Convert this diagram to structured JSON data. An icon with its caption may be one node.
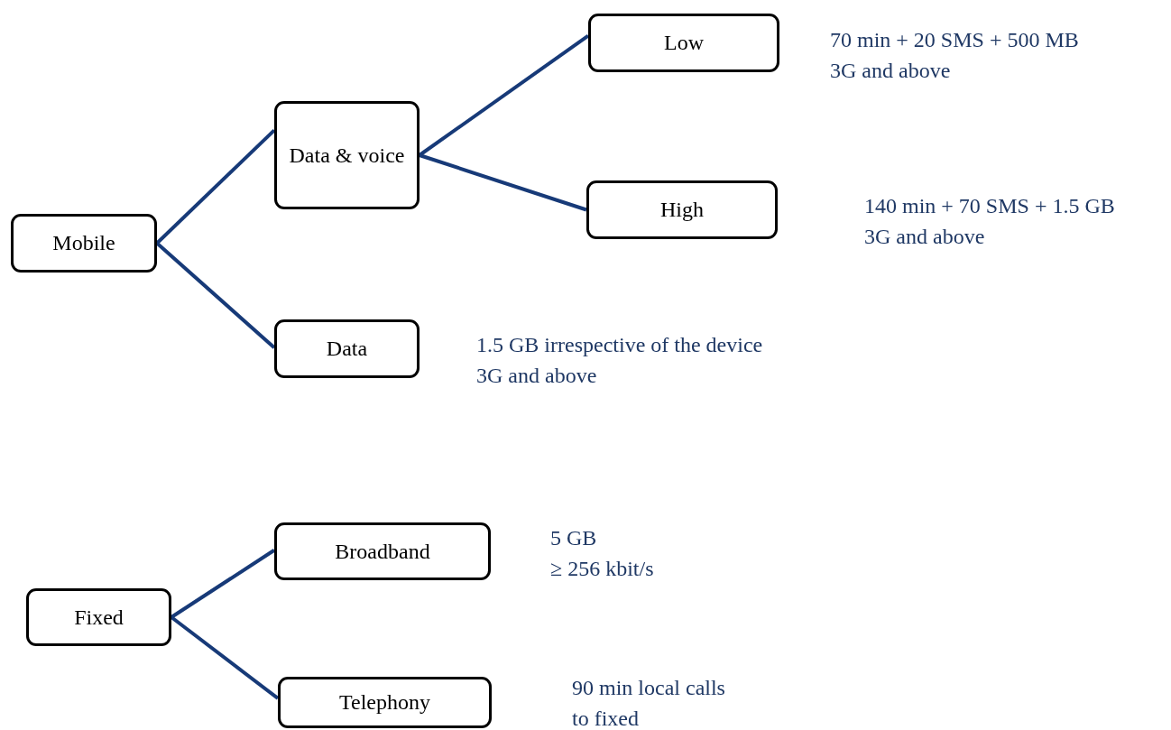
{
  "diagram": {
    "nodes": [
      {
        "text": [
          "Mobile"
        ]
      },
      {
        "text": [
          "Data & voice"
        ]
      },
      {
        "text": [
          "Low"
        ],
        "beside": [
          "70 min + 20 SMS + 500 MB",
          "3G and above"
        ]
      },
      {
        "text": [
          "High"
        ],
        "beside": [
          "140 min + 70 SMS + 1.5 GB",
          "3G and above"
        ]
      },
      {
        "text": [
          "Data"
        ],
        "beside": [
          "1.5 GB irrespective of the device",
          "3G and above"
        ]
      },
      {
        "text": [
          "Fixed"
        ]
      },
      {
        "text": [
          "Broadband"
        ],
        "beside": [
          "5 GB",
          "≥ 256 kbit/s"
        ]
      },
      {
        "text": [
          "Telephony"
        ],
        "beside": [
          "90 min local calls",
          "to fixed"
        ]
      }
    ],
    "edges": [
      {
        "from": 0,
        "to": 1,
        "arrow": "none"
      },
      {
        "from": 0,
        "to": 4,
        "arrow": "none"
      },
      {
        "from": 1,
        "to": 2,
        "arrow": "none"
      },
      {
        "from": 1,
        "to": 3,
        "arrow": "none"
      },
      {
        "from": 5,
        "to": 6,
        "arrow": "none"
      },
      {
        "from": 5,
        "to": 7,
        "arrow": "none"
      }
    ]
  }
}
